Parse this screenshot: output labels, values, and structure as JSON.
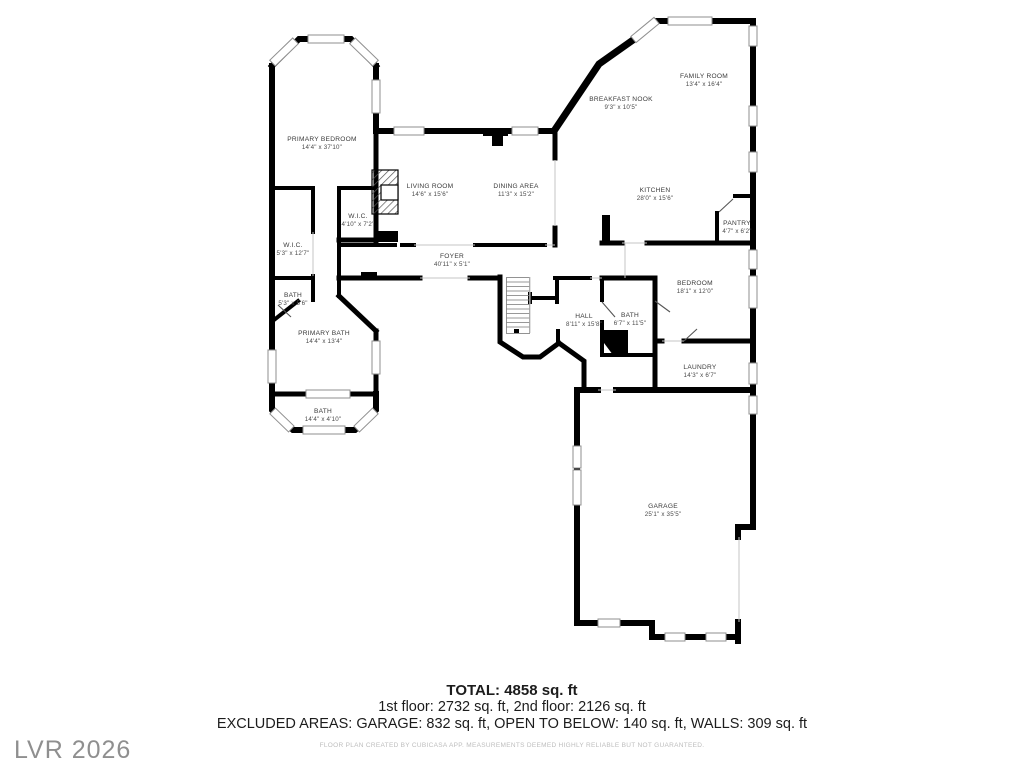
{
  "plan": {
    "rooms": [
      {
        "name": "PRIMARY BEDROOM",
        "dims": "14'4\" x 37'10\""
      },
      {
        "name": "W.I.C.",
        "dims": "4'10\" x 7'2\""
      },
      {
        "name": "W.I.C.",
        "dims": "5'3\" x 12'7\""
      },
      {
        "name": "BATH",
        "dims": "5'3\" x 5'6\""
      },
      {
        "name": "PRIMARY BATH",
        "dims": "14'4\" x 13'4\""
      },
      {
        "name": "BATH",
        "dims": "14'4\" x 4'10\""
      },
      {
        "name": "LIVING ROOM",
        "dims": "14'6\" x 15'6\""
      },
      {
        "name": "DINING AREA",
        "dims": "11'3\" x 15'2\""
      },
      {
        "name": "FOYER",
        "dims": "40'11\" x 5'1\""
      },
      {
        "name": "BREAKFAST NOOK",
        "dims": "9'3\" x 10'5\""
      },
      {
        "name": "FAMILY ROOM",
        "dims": "13'4\" x 16'4\""
      },
      {
        "name": "KITCHEN",
        "dims": "28'0\" x 15'6\""
      },
      {
        "name": "PANTRY",
        "dims": "4'7\" x 6'2\""
      },
      {
        "name": "BEDROOM",
        "dims": "18'1\" x 12'0\""
      },
      {
        "name": "HALL",
        "dims": "8'11\" x 15'8\""
      },
      {
        "name": "BATH",
        "dims": "6'7\" x 11'5\""
      },
      {
        "name": "LAUNDRY",
        "dims": "14'3\" x 6'7\""
      },
      {
        "name": "GARAGE",
        "dims": "25'1\" x 35'5\""
      }
    ]
  },
  "summary": {
    "total": "TOTAL: 4858 sq. ft",
    "floors": "1st floor: 2732 sq. ft, 2nd floor: 2126 sq. ft",
    "excluded": "EXCLUDED AREAS: GARAGE: 832 sq. ft, OPEN TO BELOW: 140 sq. ft, WALLS: 309 sq. ft",
    "disclaimer": "FLOOR PLAN CREATED BY CUBICASA APP. MEASUREMENTS DEEMED HIGHLY RELIABLE BUT NOT GUARANTEED.",
    "watermark": "LVR 2026"
  },
  "colors": {
    "wall": "#000000",
    "label": "#3a3a3a",
    "window_outline": "#8f8f8f",
    "muted_text": "#bdbdbd",
    "watermark_text": "#8f8f8f"
  }
}
